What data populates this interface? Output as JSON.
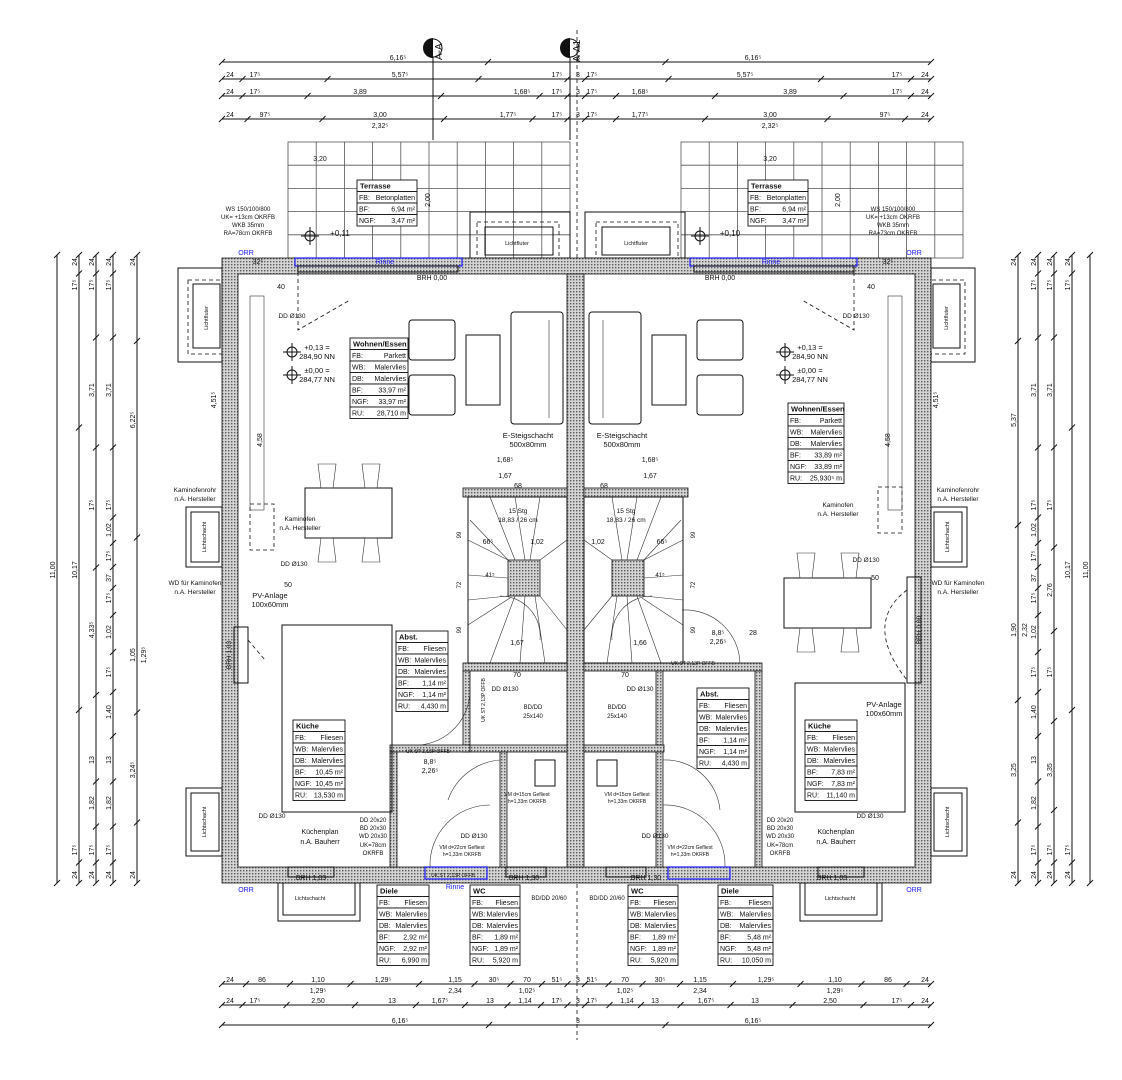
{
  "section_markers": [
    "A-A",
    "A-A1"
  ],
  "dims": {
    "top": [
      [
        "6,16⁵",
        "3",
        "6,16⁵"
      ],
      [
        "24",
        "17⁵",
        "5,57⁵",
        "17⁵",
        "3",
        "17⁵",
        "5,57⁵",
        "17⁵",
        "24"
      ],
      [
        "24",
        "17⁵",
        "3,89",
        "1,68⁵",
        "17⁵",
        "3",
        "17⁵",
        "1,68⁵",
        "3,89",
        "17⁵",
        "24"
      ],
      [
        "24",
        "97⁵",
        "3,00",
        "1,77⁵",
        "17⁵",
        "3",
        "17⁵",
        "1,77⁵",
        "3,00",
        "97⁵",
        "24"
      ]
    ],
    "top_sub": [
      "2,32⁵",
      "2,32⁵"
    ],
    "bottom": [
      [
        "24",
        "86",
        "1,10",
        "1,29⁵",
        "1,15",
        "30⁵",
        "70",
        "51⁵",
        "3",
        "51⁵",
        "70",
        "30⁵",
        "1,15",
        "1,29⁵",
        "1,10",
        "86",
        "24"
      ],
      [
        "24",
        "17⁵",
        "2,50",
        "13",
        "1,67⁵",
        "13",
        "1,14",
        "17⁵",
        "3",
        "17⁵",
        "1,14",
        "13",
        "1,67⁵",
        "13",
        "2,50",
        "17⁵",
        "24"
      ],
      [
        "6,16⁵",
        "3",
        "6,16⁵"
      ]
    ],
    "bottom_sub": [
      "1,29⁵",
      "2,34",
      "1,02⁵",
      "1,02⁵",
      "2,34",
      "1,29⁵"
    ],
    "left": [
      [
        "11,00"
      ],
      [
        "24",
        "17⁵",
        "10,17",
        "17⁵",
        "24"
      ],
      [
        "24",
        "17⁵",
        "3,71",
        "17⁵",
        "4,33⁵",
        "13",
        "1,82",
        "17⁵",
        "24"
      ],
      [
        "24",
        "17⁵",
        "3,71",
        "17⁵",
        "1,02",
        "17⁵",
        "37",
        "17⁵",
        "1,02",
        "17⁵",
        "1,40",
        "13",
        "1,82",
        "17⁵",
        "24"
      ],
      [
        "24",
        "6,22⁵",
        "1,05",
        "1,29⁵",
        "3,24⁵",
        "24"
      ]
    ],
    "right": [
      [
        "24",
        "5,37",
        "1,90",
        "2,32",
        "3,25",
        "24"
      ],
      [
        "24",
        "17⁵",
        "3,71",
        "17⁵",
        "1,02",
        "17⁵",
        "37",
        "17⁵",
        "1,02",
        "17⁵",
        "1,40",
        "13",
        "1,82",
        "17⁵",
        "24"
      ],
      [
        "24",
        "17⁵",
        "3,71",
        "17⁵",
        "2,76",
        "17⁵",
        "3,35",
        "17⁵",
        "24"
      ],
      [
        "24",
        "17⁵",
        "10,17",
        "17⁵",
        "24"
      ],
      [
        "11,00"
      ]
    ]
  },
  "rooms": [
    {
      "title": "Terrasse",
      "rows": [
        [
          "FB:",
          "Betonplatten"
        ],
        [
          "BF:",
          "6,94 m²"
        ],
        [
          "NGF:",
          "3,47 m²"
        ]
      ]
    },
    {
      "title": "Terrasse",
      "rows": [
        [
          "FB:",
          "Betonplatten"
        ],
        [
          "BF:",
          "6,94 m²"
        ],
        [
          "NGF:",
          "3,47 m²"
        ]
      ]
    },
    {
      "title": "Wohnen/Essen",
      "rows": [
        [
          "FB:",
          "Parkett"
        ],
        [
          "WB:",
          "Malervlies"
        ],
        [
          "DB:",
          "Malervlies"
        ],
        [
          "BF:",
          "33,97 m²"
        ],
        [
          "NGF:",
          "33,97 m²"
        ],
        [
          "RU:",
          "28,710 m"
        ]
      ]
    },
    {
      "title": "Wohnen/Essen",
      "rows": [
        [
          "FB:",
          "Parkett"
        ],
        [
          "WB:",
          "Malervlies"
        ],
        [
          "DB:",
          "Malervlies"
        ],
        [
          "BF:",
          "33,89 m²"
        ],
        [
          "NGF:",
          "33,89 m²"
        ],
        [
          "RU:",
          "25,930⁵ m"
        ]
      ]
    },
    {
      "title": "Abst.",
      "rows": [
        [
          "FB:",
          "Fliesen"
        ],
        [
          "WB:",
          "Malervlies"
        ],
        [
          "DB:",
          "Malervlies"
        ],
        [
          "BF:",
          "1,14 m²"
        ],
        [
          "NGF:",
          "1,14 m²"
        ],
        [
          "RU:",
          "4,430 m"
        ]
      ]
    },
    {
      "title": "Abst.",
      "rows": [
        [
          "FB:",
          "Fliesen"
        ],
        [
          "WB:",
          "Malervlies"
        ],
        [
          "DB:",
          "Malervlies"
        ],
        [
          "BF:",
          "1,14 m²"
        ],
        [
          "NGF:",
          "1,14 m²"
        ],
        [
          "RU:",
          "4,430 m"
        ]
      ]
    },
    {
      "title": "Küche",
      "rows": [
        [
          "FB:",
          "Fliesen"
        ],
        [
          "WB:",
          "Malervlies"
        ],
        [
          "DB:",
          "Malervlies"
        ],
        [
          "BF:",
          "10,45 m²"
        ],
        [
          "NGF:",
          "10,45 m²"
        ],
        [
          "RU:",
          "13,530 m"
        ]
      ]
    },
    {
      "title": "Küche",
      "rows": [
        [
          "FB:",
          "Fliesen"
        ],
        [
          "WB:",
          "Malervlies"
        ],
        [
          "DB:",
          "Malervlies"
        ],
        [
          "BF:",
          "7,83 m²"
        ],
        [
          "NGF:",
          "7,83 m²"
        ],
        [
          "RU:",
          "11,140 m"
        ]
      ]
    },
    {
      "title": "Diele",
      "rows": [
        [
          "FB:",
          "Fliesen"
        ],
        [
          "WB:",
          "Malervlies"
        ],
        [
          "DB:",
          "Malervlies"
        ],
        [
          "BF:",
          "2,92 m²"
        ],
        [
          "NGF:",
          "2,92 m²"
        ],
        [
          "RU:",
          "6,990 m"
        ]
      ]
    },
    {
      "title": "WC",
      "rows": [
        [
          "FB:",
          "Fliesen"
        ],
        [
          "WB:",
          "Malervlies"
        ],
        [
          "DB:",
          "Malervlies"
        ],
        [
          "BF:",
          "1,89 m²"
        ],
        [
          "NGF:",
          "1,89 m²"
        ],
        [
          "RU:",
          "5,920 m"
        ]
      ]
    },
    {
      "title": "WC",
      "rows": [
        [
          "FB:",
          "Fliesen"
        ],
        [
          "WB:",
          "Malervlies"
        ],
        [
          "DB:",
          "Malervlies"
        ],
        [
          "BF:",
          "1,89 m²"
        ],
        [
          "NGF:",
          "1,89 m²"
        ],
        [
          "RU:",
          "5,920 m"
        ]
      ]
    },
    {
      "title": "Diele",
      "rows": [
        [
          "FB:",
          "Fliesen"
        ],
        [
          "WB:",
          "Malervlies"
        ],
        [
          "DB:",
          "Malervlies"
        ],
        [
          "BF:",
          "5,48 m²"
        ],
        [
          "NGF:",
          "5,48 m²"
        ],
        [
          "RU:",
          "10,050 m"
        ]
      ]
    }
  ],
  "annotations": [
    "WS 150/100/800",
    "UK= +13cm OKRFB",
    "WKB 35mm",
    "RA=78cm OKRFB",
    "WS 150/100/800",
    "UK= +13cm OKRFB",
    "WKB 35mm",
    "RA=73cm OKRFB",
    "+0,11",
    "+0,10",
    "Lichtfluter",
    "Lichtfluter",
    "Lichtfluter",
    "Lichtfluter",
    "Rinne",
    "Rinne",
    "Rinne",
    "BRH 0,00",
    "BRH 0,00",
    "ORR",
    "ORR",
    "ORR",
    "ORR",
    "+0,13 =",
    "284,90 NN",
    "±0,00 =",
    "284,77 NN",
    "+0,13 =",
    "284,90 NN",
    "±0,00 =",
    "284,77 NN",
    "E-Steigschacht",
    "500x80mm",
    "E-Steigschacht",
    "500x80mm",
    "15 Stg",
    "18,83 / 26 cm",
    "15 Stg",
    "18,83 / 26 cm",
    "Kaminofen",
    "n.A. Hersteller",
    "Kaminofen",
    "n.A. Hersteller",
    "Kaminofenrohr",
    "n.A. Hersteller",
    "Kaminofenrohr",
    "n.A. Hersteller",
    "WD für Kaminofen",
    "n.A. Hersteller",
    "WD für Kaminofen",
    "n.A. Hersteller",
    "PV-Anlage",
    "100x60mm",
    "PV-Anlage",
    "100x60mm",
    "DD Ø130",
    "DD Ø130",
    "DD Ø130",
    "DD Ø130",
    "DD Ø130",
    "DD Ø130",
    "DD Ø130",
    "DD Ø130",
    "DD Ø130",
    "DD Ø130",
    "BRH 1,03",
    "BRH 0,00",
    "Küchenplan",
    "n.A. Bauherr",
    "Küchenplan",
    "n.A. Bauherr",
    "DD 20x20",
    "BD 20x30",
    "WD 20x30",
    "UK=78cm",
    "OKRFB",
    "DD 20x20",
    "BD 20x30",
    "WD 20x30",
    "UK=78cm",
    "OKRFB",
    "BD/DD",
    "25x140",
    "BD/DD",
    "25x140",
    "VM d=15cm Gefliest",
    "h=1,33m OKRFB",
    "VM d=15cm Gefliest",
    "h=1,33m OKRFB",
    "VM d=22cm Gefliest",
    "h=1,33m OKRFB",
    "VM d=22cm Gefliest",
    "h=1,33m OKRFB",
    "BRH 1,03",
    "BRH 1,30",
    "BRH 1,30",
    "BRH 1,03",
    "BD/DD 20/60",
    "BD/DD 20/60",
    "Lichtschacht",
    "Lichtschacht",
    "Lichtschacht",
    "Lichtschacht",
    "Lichtschacht",
    "Lichtschacht",
    "UK ST 2,13P OFFB",
    "UK ST 2,13P OFFB",
    "UK ST 2,13P OFFB",
    "UK ST 2,13P OFFB",
    "1,68⁵",
    "1,67",
    "68",
    "1,68⁵",
    "1,67",
    "68",
    "66⁵",
    "1,02",
    "1,02",
    "66⁵",
    "1,67",
    "1,66",
    "8,8⁵",
    "2,26⁵",
    "28",
    "8,8⁵",
    "2,26⁵",
    "3,20",
    "3,20",
    "2,00",
    "2,00",
    "4,58",
    "4,58",
    "4,51⁵",
    "4,51⁵",
    "50",
    "50",
    "40",
    "40",
    "32⁵",
    "32⁵",
    "99",
    "72",
    "99",
    "99",
    "72",
    "99",
    "41⁵",
    "41⁵",
    "70",
    "70"
  ],
  "colors": {
    "lines": "#111111",
    "rinne": "#1a1aff",
    "wall_hatch": "#8a8a8a"
  }
}
